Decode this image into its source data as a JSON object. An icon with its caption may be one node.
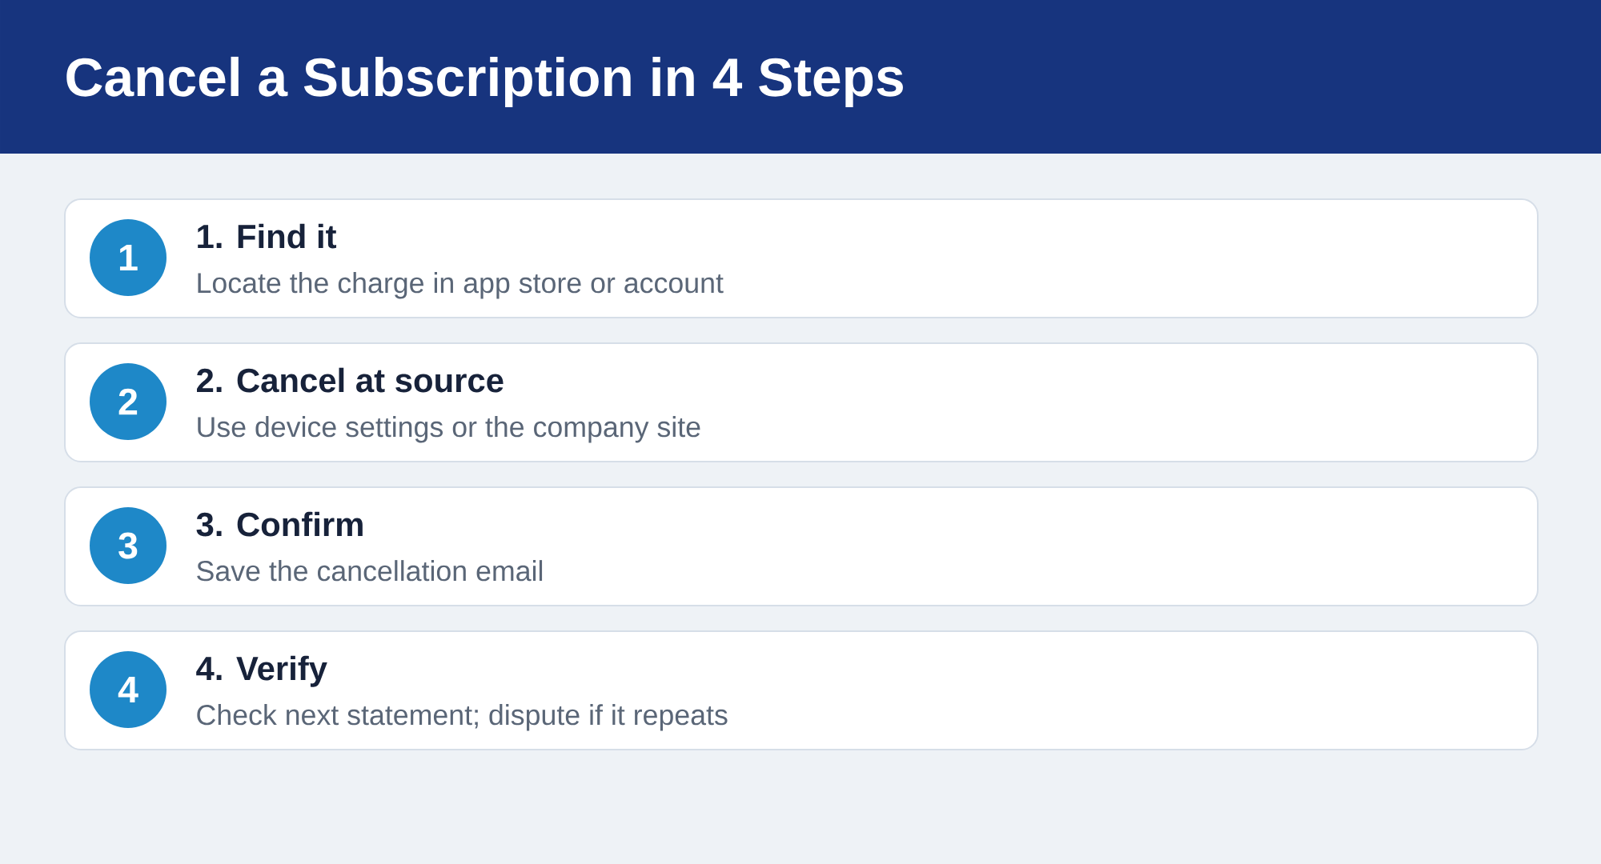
{
  "diagram": {
    "title": "Cancel a Subscription in 4 Steps",
    "nodes": [
      {
        "text": [
          "1. Find it",
          "Locate the charge in app store or account"
        ]
      },
      {
        "text": [
          "1"
        ],
        "in": 0
      },
      {
        "text": [
          "2. Cancel at source",
          "Use device settings or the company site"
        ]
      },
      {
        "text": [
          "2"
        ],
        "in": 2
      },
      {
        "text": [
          "3. Confirm",
          "Save the cancellation email"
        ]
      },
      {
        "text": [
          "3"
        ],
        "in": 4
      },
      {
        "text": [
          "4. Verify",
          "Check next statement; dispute if it repeats"
        ]
      },
      {
        "text": [
          "4"
        ],
        "in": 6
      }
    ],
    "edges": []
  }
}
